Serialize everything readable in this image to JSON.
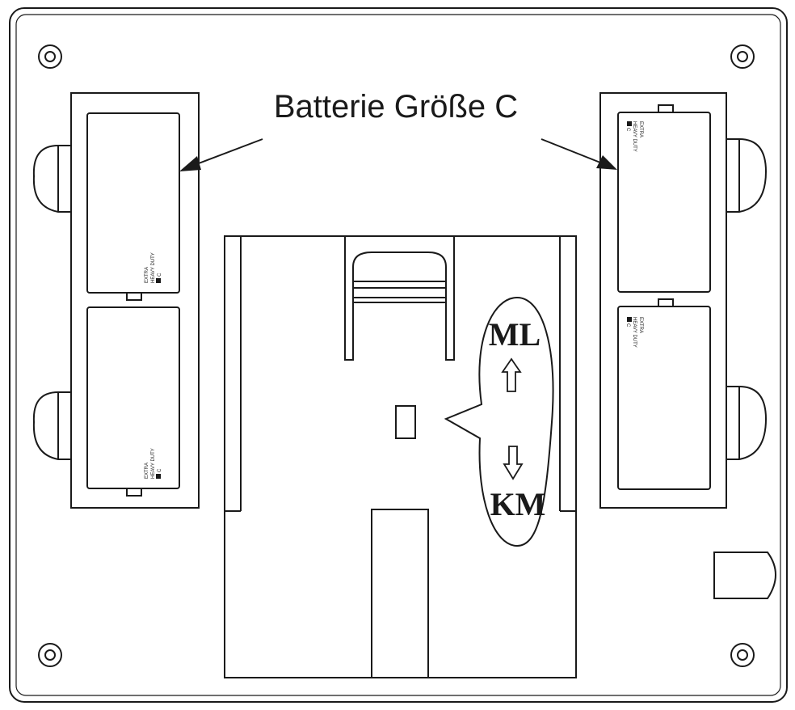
{
  "diagram": {
    "callout_label": "Batterie Größe C",
    "switch": {
      "top_label": "ML",
      "bottom_label": "KM"
    },
    "battery_marking": {
      "line1": "EXTRA",
      "line2": "HEAVY DUTY",
      "line3": "C"
    }
  },
  "colors": {
    "stroke": "#1a1a1a",
    "background": "#ffffff"
  }
}
